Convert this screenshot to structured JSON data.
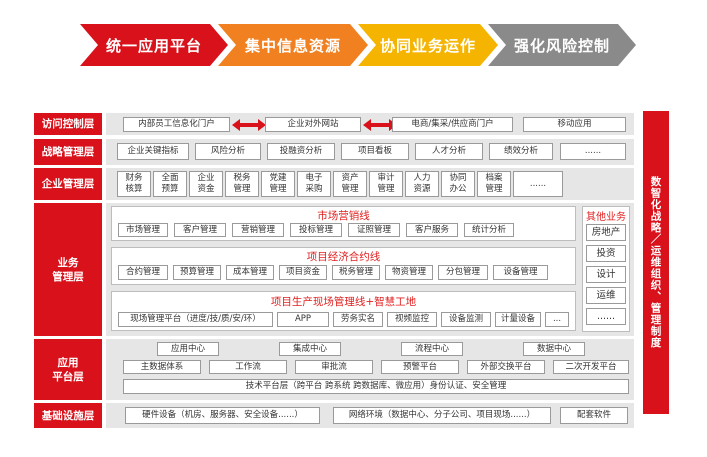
{
  "banner": [
    "统一应用平台",
    "集中信息资源",
    "协同业务运作",
    "强化风险控制"
  ],
  "colors": {
    "red": "#d8111b",
    "orange": "#f08020",
    "gold": "#f5b400",
    "gray": "#8a8a8a"
  },
  "layers": {
    "access": {
      "label": "访问控制层",
      "items": [
        "内部员工信息化门户",
        "企业对外网站",
        "电商/集采/供应商门户",
        "移动应用"
      ]
    },
    "strategy": {
      "label": "战略管理层",
      "items": [
        "企业关键指标",
        "风险分析",
        "投融资分析",
        "项目看板",
        "人才分析",
        "绩效分析",
        "......"
      ]
    },
    "enterprise": {
      "label": "企业管理层",
      "items": [
        "财务\n核算",
        "全面\n预算",
        "企业\n资金",
        "税务\n管理",
        "党建\n管理",
        "电子\n采购",
        "资产\n管理",
        "审计\n管理",
        "人力\n资源",
        "协同\n办公",
        "档案\n管理",
        "......"
      ]
    },
    "business": {
      "label": "业务\n管理层",
      "marketing": {
        "title": "市场营销线",
        "items": [
          "市场管理",
          "客户管理",
          "营销管理",
          "投标管理",
          "证照管理",
          "客户服务",
          "统计分析"
        ]
      },
      "economic": {
        "title": "项目经济合约线",
        "items": [
          "合约管理",
          "预算管理",
          "成本管理",
          "项目资金",
          "税务管理",
          "物资管理",
          "分包管理",
          "设备管理"
        ]
      },
      "production": {
        "title": "项目生产现场管理线+智慧工地",
        "items": [
          "现场管理平台（进度/技/质/安/环）",
          "APP",
          "劳务实名",
          "视频监控",
          "设备监测",
          "计量设备",
          "..."
        ]
      },
      "other": {
        "title": "其他业务",
        "items": [
          "房地产",
          "投资",
          "设计",
          "运维",
          "......"
        ]
      }
    },
    "app": {
      "label": "应用\n平台层",
      "row1": [
        "应用中心",
        "集成中心",
        "流程中心",
        "数据中心"
      ],
      "row2": [
        "主数据体系",
        "工作流",
        "审批流",
        "预警平台",
        "外部交换平台",
        "二次开发平台"
      ],
      "tech": "技术平台层（跨平台 跨系统 跨数据库、微应用）身份认证、安全管理"
    },
    "infra": {
      "label": "基础设施层",
      "items": [
        "硬件设备（机房、服务器、安全设备......）",
        "网络环境（数据中心、分子公司、项目现场......）",
        "配套软件"
      ]
    }
  },
  "side": "数智化战略／运维组织、管理制度"
}
